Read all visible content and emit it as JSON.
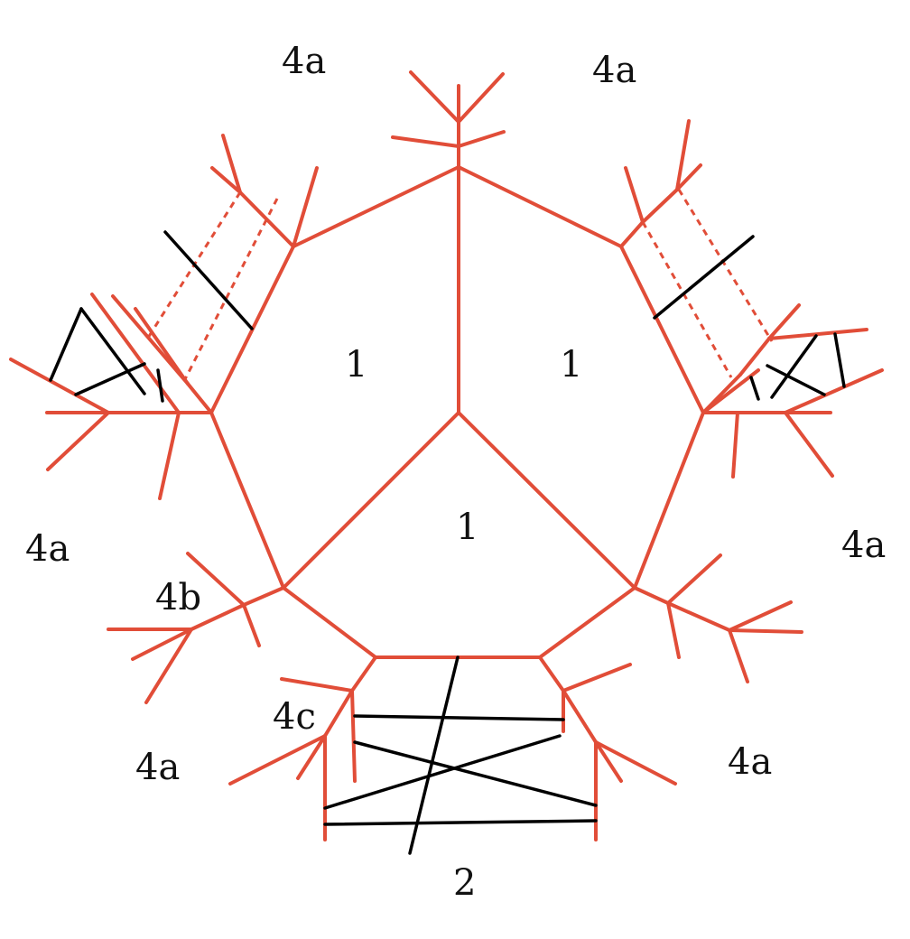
{
  "colors": {
    "red": "#e14d38",
    "black": "#000000",
    "background": "#ffffff"
  },
  "labels": {
    "region_1_upper_left": "1",
    "region_1_upper_right": "1",
    "region_1_bottom": "1",
    "region_2": "2",
    "region_4a_top_left": "4a",
    "region_4a_top_right": "4a",
    "region_4a_left": "4a",
    "region_4a_right": "4a",
    "region_4a_bottom_left": "4a",
    "region_4a_bottom_right": "4a",
    "region_4b": "4b",
    "region_4c": "4c"
  }
}
